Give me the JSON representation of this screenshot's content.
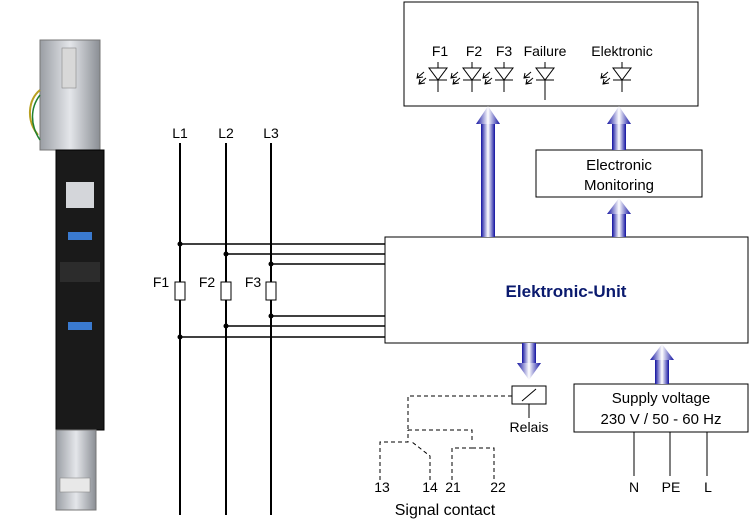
{
  "phases": [
    "L1",
    "L2",
    "L3"
  ],
  "fuses": [
    "F1",
    "F2",
    "F3"
  ],
  "indicators": [
    "F1",
    "F2",
    "F3",
    "Failure",
    "Elektronic"
  ],
  "monitoring": {
    "line1": "Electronic",
    "line2": "Monitoring"
  },
  "unit": {
    "title": "Elektronic-Unit",
    "color": "#0a1a6e"
  },
  "relay": {
    "label": "Relais"
  },
  "supply": {
    "line1": "Supply voltage",
    "line2": "230 V / 50 - 60 Hz"
  },
  "supply_terminals": [
    "N",
    "PE",
    "L"
  ],
  "contacts": [
    "13",
    "14",
    "21",
    "22"
  ],
  "signal_label": "Signal contact",
  "arrow_color": "#3030d0"
}
